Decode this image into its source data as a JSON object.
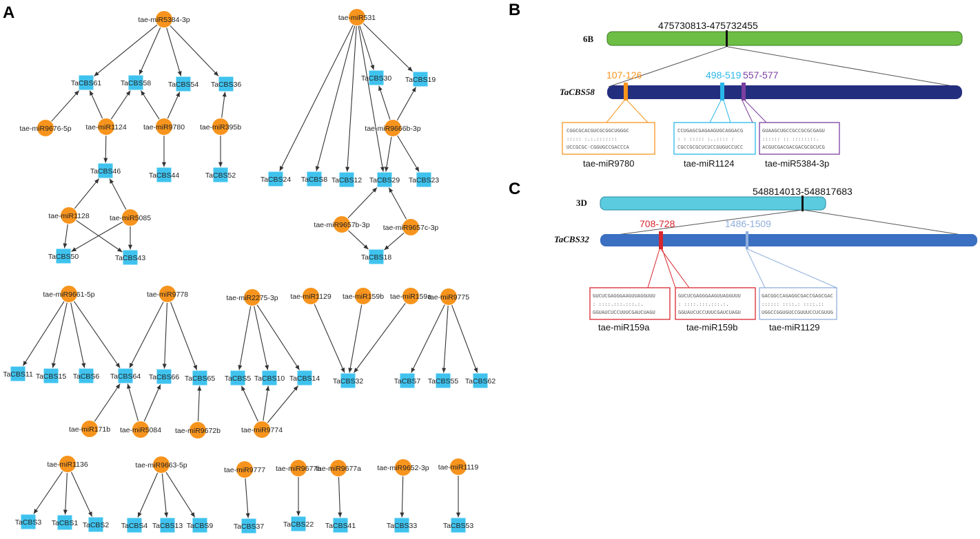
{
  "colors": {
    "mirna_node": "#F7941D",
    "target_node": "#3FC3EE",
    "edge": "#333333",
    "chr_6B": "#6DBE45",
    "gene_TaCBS58": "#232F7E",
    "chr_3D": "#5BCCE0",
    "gene_TaCBS32": "#3A6FC1",
    "site_orange": "#F7941D",
    "site_cyan": "#29B6E8",
    "site_purple": "#7B3FA0",
    "site_red": "#D7262E",
    "site_lightblue": "#8FAEDC"
  },
  "panel_a": {
    "letter": "A",
    "mirnas": [
      "tae-miR5384-3p",
      "tae-miR9676-5p",
      "tae-miR1124",
      "tae-miR9780",
      "tae-miR395b",
      "tae-miR1128",
      "tae-miR5085",
      "tae-miR531",
      "tae-miR9666b-3p",
      "tae-miR9657b-3p",
      "tae-miR9657c-3p",
      "tae-miR9661-5p",
      "tae-miR9778",
      "tae-miR171b",
      "tae-miR5084",
      "tae-miR9672b",
      "tae-miR2275-3p",
      "tae-miR9774",
      "tae-miR1129",
      "tae-miR159b",
      "tae-miR159a",
      "tae-miR9775",
      "tae-miR1136",
      "tae-miR9663-5p",
      "tae-miR9777",
      "tae-miR9677b",
      "tae-miR9677a",
      "tae-miR9652-3p",
      "tae-miR1119"
    ],
    "targets": [
      "TaCBS61",
      "TaCBS58",
      "TaCBS54",
      "TaCBS36",
      "TaCBS46",
      "TaCBS44",
      "TaCBS52",
      "TaCBS50",
      "TaCBS43",
      "TaCBS30",
      "TaCBS19",
      "TaCBS24",
      "TaCBS8",
      "TaCBS12",
      "TaCBS29",
      "TaCBS23",
      "TaCBS18",
      "TaCBS11",
      "TaCBS15",
      "TaCBS6",
      "TaCBS64",
      "TaCBS66",
      "TaCBS65",
      "TaCBS5",
      "TaCBS10",
      "TaCBS14",
      "TaCBS32",
      "TaCBS7",
      "TaCBS55",
      "TaCBS62",
      "TaCBS3",
      "TaCBS1",
      "TaCBS2",
      "TaCBS4",
      "TaCBS13",
      "TaCBS9",
      "TaCBS37",
      "TaCBS22",
      "TaCBS41",
      "TaCBS33",
      "TaCBS53"
    ],
    "edges": [
      [
        "tae-miR5384-3p",
        "TaCBS61"
      ],
      [
        "tae-miR5384-3p",
        "TaCBS58"
      ],
      [
        "tae-miR5384-3p",
        "TaCBS54"
      ],
      [
        "tae-miR5384-3p",
        "TaCBS36"
      ],
      [
        "tae-miR9676-5p",
        "TaCBS61"
      ],
      [
        "tae-miR1124",
        "TaCBS61"
      ],
      [
        "tae-miR1124",
        "TaCBS58"
      ],
      [
        "tae-miR1124",
        "TaCBS46"
      ],
      [
        "tae-miR9780",
        "TaCBS58"
      ],
      [
        "tae-miR9780",
        "TaCBS54"
      ],
      [
        "tae-miR9780",
        "TaCBS44"
      ],
      [
        "tae-miR395b",
        "TaCBS36"
      ],
      [
        "tae-miR395b",
        "TaCBS52"
      ],
      [
        "tae-miR1128",
        "TaCBS46"
      ],
      [
        "tae-miR1128",
        "TaCBS50"
      ],
      [
        "tae-miR1128",
        "TaCBS43"
      ],
      [
        "tae-miR5085",
        "TaCBS46"
      ],
      [
        "tae-miR5085",
        "TaCBS50"
      ],
      [
        "tae-miR5085",
        "TaCBS43"
      ],
      [
        "tae-miR531",
        "TaCBS24"
      ],
      [
        "tae-miR531",
        "TaCBS8"
      ],
      [
        "tae-miR531",
        "TaCBS12"
      ],
      [
        "tae-miR531",
        "TaCBS29"
      ],
      [
        "tae-miR531",
        "TaCBS30"
      ],
      [
        "tae-miR531",
        "TaCBS19"
      ],
      [
        "tae-miR9666b-3p",
        "TaCBS30"
      ],
      [
        "tae-miR9666b-3p",
        "TaCBS19"
      ],
      [
        "tae-miR9666b-3p",
        "TaCBS29"
      ],
      [
        "tae-miR9666b-3p",
        "TaCBS23"
      ],
      [
        "tae-miR9657b-3p",
        "TaCBS29"
      ],
      [
        "tae-miR9657b-3p",
        "TaCBS18"
      ],
      [
        "tae-miR9657c-3p",
        "TaCBS29"
      ],
      [
        "tae-miR9657c-3p",
        "TaCBS18"
      ],
      [
        "tae-miR9661-5p",
        "TaCBS11"
      ],
      [
        "tae-miR9661-5p",
        "TaCBS15"
      ],
      [
        "tae-miR9661-5p",
        "TaCBS6"
      ],
      [
        "tae-miR9661-5p",
        "TaCBS64"
      ],
      [
        "tae-miR9778",
        "TaCBS64"
      ],
      [
        "tae-miR9778",
        "TaCBS66"
      ],
      [
        "tae-miR9778",
        "TaCBS65"
      ],
      [
        "tae-miR171b",
        "TaCBS64"
      ],
      [
        "tae-miR5084",
        "TaCBS64"
      ],
      [
        "tae-miR5084",
        "TaCBS66"
      ],
      [
        "tae-miR9672b",
        "TaCBS65"
      ],
      [
        "tae-miR2275-3p",
        "TaCBS5"
      ],
      [
        "tae-miR2275-3p",
        "TaCBS10"
      ],
      [
        "tae-miR2275-3p",
        "TaCBS14"
      ],
      [
        "tae-miR9774",
        "TaCBS5"
      ],
      [
        "tae-miR9774",
        "TaCBS10"
      ],
      [
        "tae-miR9774",
        "TaCBS14"
      ],
      [
        "tae-miR1129",
        "TaCBS32"
      ],
      [
        "tae-miR159b",
        "TaCBS32"
      ],
      [
        "tae-miR159a",
        "TaCBS32"
      ],
      [
        "tae-miR9775",
        "TaCBS7"
      ],
      [
        "tae-miR9775",
        "TaCBS55"
      ],
      [
        "tae-miR9775",
        "TaCBS62"
      ],
      [
        "tae-miR1136",
        "TaCBS3"
      ],
      [
        "tae-miR1136",
        "TaCBS1"
      ],
      [
        "tae-miR1136",
        "TaCBS2"
      ],
      [
        "tae-miR9663-5p",
        "TaCBS4"
      ],
      [
        "tae-miR9663-5p",
        "TaCBS13"
      ],
      [
        "tae-miR9663-5p",
        "TaCBS9"
      ],
      [
        "tae-miR9777",
        "TaCBS37"
      ],
      [
        "tae-miR9677b",
        "TaCBS22"
      ],
      [
        "tae-miR9677a",
        "TaCBS41"
      ],
      [
        "tae-miR9652-3p",
        "TaCBS33"
      ],
      [
        "tae-miR1119",
        "TaCBS53"
      ]
    ]
  },
  "panel_b": {
    "letter": "B",
    "chromosome": "6B",
    "coordinates": "475730813-475732455",
    "gene": "TaCBS58",
    "sites": [
      {
        "position": "107-126",
        "mirna": "tae-miR9780",
        "color": "#F7941D",
        "seq_top": "CGGCGCACGUCGCGGCUGGGC",
        "seq_mid": ":::::  :.:.:::::::",
        "seq_bot": "UCCGCGC-CGGUGCCGACCCA"
      },
      {
        "position": "498-519",
        "mirna": "tae-miR1124",
        "color": "#29B6E8",
        "seq_top": "CCUGAGCGAGAAGUGCAGGACG",
        "seq_mid": ": : ::::: :..:::: :",
        "seq_bot": "CGCCGCGCUCUCCGUGUCCUCC"
      },
      {
        "position": "557-577",
        "mirna": "tae-miR5384-3p",
        "color": "#7B3FA0",
        "seq_top": "GUAAGCUGCCGCCGCGCGAGU",
        "seq_mid": ":::::: :: ::::::::.",
        "seq_bot": "ACGUCGACGACGACGCGCUCG"
      }
    ]
  },
  "panel_c": {
    "letter": "C",
    "chromosome": "3D",
    "coordinates": "548814013-548817683",
    "gene": "TaCBS32",
    "sites": [
      {
        "position": "708-728",
        "mirna": "tae-miR159a",
        "color": "#D7262E",
        "seq_top": "GUCUCGAGGGAAGUUAGGUUU",
        "seq_mid": ": ::::.:::.:::.:.",
        "seq_bot": "GGUAUCUCCUUUCGAUCUAGU"
      },
      {
        "mirna": "tae-miR159b",
        "color": "#D7262E",
        "seq_top": "GUCUCGAGGGAAGUUAGGUUU",
        "seq_mid": ": ::::.:::.:::.:.",
        "seq_bot": "GGUAUCUCCUUUCGAUCUAGU"
      },
      {
        "position": "1486-1509",
        "mirna": "tae-miR1129",
        "color": "#8FAEDC",
        "seq_top": "GACGGCCAGAGGCGACCGAGCGAC",
        "seq_mid": ":::::: ::::.:  ::::.::",
        "seq_bot": "UGGCCGGUGUCCGUUUCCUCGUUG"
      }
    ]
  }
}
